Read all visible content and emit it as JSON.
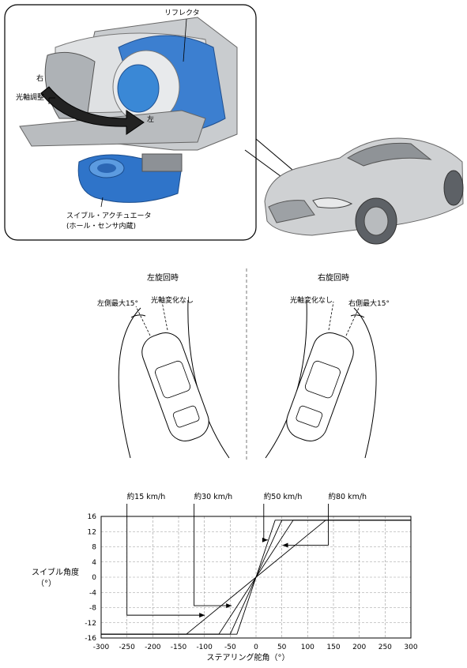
{
  "top_panel": {
    "reflector_label": "リフレクタ",
    "right_label": "右",
    "beam_adjust_label": "光軸調整",
    "left_label": "左",
    "actuator_label_line1": "スイブル・アクチュエータ",
    "actuator_label_line2": "(ホール・センサ内蔵)"
  },
  "turn_diagram": {
    "left_turn_title": "左旋回時",
    "right_turn_title": "右旋回時",
    "left_max_label": "左側最大15°",
    "no_change_label": "光軸変化なし",
    "right_max_label": "右側最大15°"
  },
  "chart_data": {
    "type": "line",
    "xlabel": "ステアリング舵角（°）",
    "ylabel": "スイブル角度\n（°）",
    "xlim": [
      -300,
      300
    ],
    "ylim": [
      -16,
      16
    ],
    "xticks": [
      -300,
      -250,
      -200,
      -150,
      -100,
      -50,
      0,
      50,
      100,
      150,
      200,
      250,
      300
    ],
    "yticks": [
      16,
      12,
      8,
      4,
      0,
      -4,
      -8,
      -12,
      -16
    ],
    "grid": true,
    "series": [
      {
        "name": "約15 km/h",
        "x": [
          -300,
          -135,
          0,
          135,
          300
        ],
        "y": [
          -15,
          -15,
          0,
          15,
          15
        ]
      },
      {
        "name": "約30 km/h",
        "x": [
          -300,
          -72,
          0,
          72,
          300
        ],
        "y": [
          -15,
          -15,
          0,
          15,
          15
        ]
      },
      {
        "name": "約50 km/h",
        "x": [
          -300,
          -50,
          0,
          50,
          300
        ],
        "y": [
          -15,
          -15,
          0,
          15,
          15
        ]
      },
      {
        "name": "約80 km/h",
        "x": [
          -300,
          -37,
          0,
          37,
          300
        ],
        "y": [
          -15,
          -15,
          0,
          15,
          15
        ]
      }
    ],
    "callouts": [
      {
        "series": "約15 km/h",
        "label_x": -250,
        "at": [
          -90,
          -10
        ]
      },
      {
        "series": "約30 km/h",
        "label_x": -120,
        "at": [
          -38,
          -7.5
        ]
      },
      {
        "series": "約50 km/h",
        "label_x": 15,
        "at": [
          32,
          9.8
        ]
      },
      {
        "series": "約80 km/h",
        "label_x": 140,
        "at": [
          39,
          10.5
        ]
      }
    ]
  }
}
